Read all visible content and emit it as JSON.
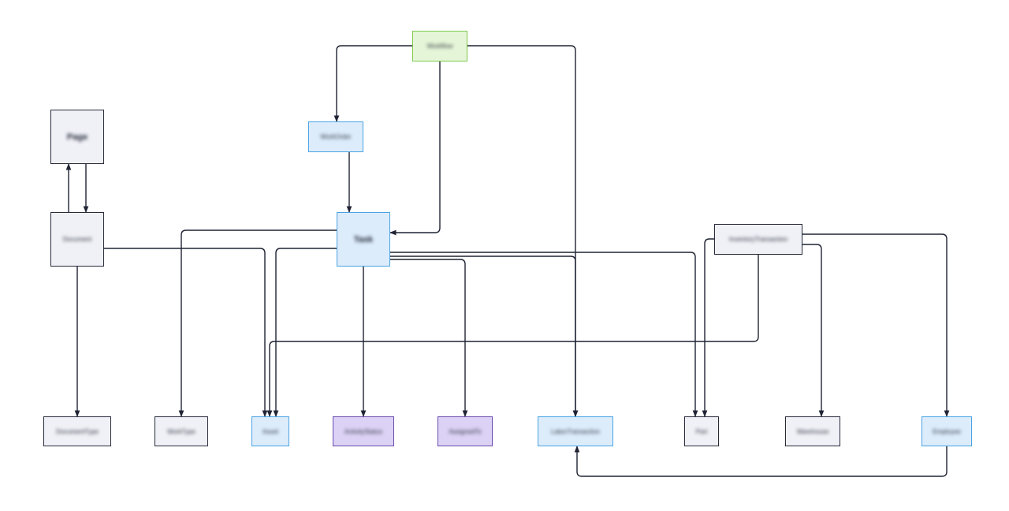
{
  "colors": {
    "edge": "#1f2333",
    "default_fill": "#f0f1f7",
    "default_stroke": "#262a3a",
    "blue_fill": "#dcecfb",
    "blue_stroke": "#4aa3e3",
    "green_fill": "#e5f6d8",
    "green_stroke": "#7ec84f",
    "purple_fill": "#dcd2f5",
    "purple_stroke": "#6a4aad"
  },
  "nodes": {
    "workflow": {
      "label": "Workflow",
      "style": "green"
    },
    "page": {
      "label": "Page",
      "style": "default"
    },
    "workorder": {
      "label": "WorkOrder",
      "style": "blue"
    },
    "document": {
      "label": "Document",
      "style": "default"
    },
    "task": {
      "label": "Task",
      "style": "blue"
    },
    "inventory_tx": {
      "label": "InventoryTransaction",
      "style": "default"
    },
    "document_type": {
      "label": "DocumentType",
      "style": "default"
    },
    "work_type": {
      "label": "WorkType",
      "style": "default"
    },
    "asset": {
      "label": "Asset",
      "style": "blue"
    },
    "activity_status": {
      "label": "ActivityStatus",
      "style": "purple"
    },
    "assignee": {
      "label": "AssignedTo",
      "style": "purple"
    },
    "labor_tx": {
      "label": "LaborTransaction",
      "style": "blue"
    },
    "part": {
      "label": "Part",
      "style": "default"
    },
    "warehouse": {
      "label": "Warehouse",
      "style": "default"
    },
    "employee": {
      "label": "Employee",
      "style": "blue"
    }
  },
  "edges": [
    [
      "workflow",
      "workorder"
    ],
    [
      "workflow",
      "task"
    ],
    [
      "workflow",
      "labor_tx"
    ],
    [
      "workorder",
      "task"
    ],
    [
      "document",
      "page"
    ],
    [
      "page",
      "document"
    ],
    [
      "document",
      "document_type"
    ],
    [
      "document",
      "asset"
    ],
    [
      "task",
      "work_type"
    ],
    [
      "task",
      "asset"
    ],
    [
      "task",
      "activity_status"
    ],
    [
      "task",
      "assignee"
    ],
    [
      "task",
      "labor_tx"
    ],
    [
      "task",
      "part"
    ],
    [
      "inventory_tx",
      "part"
    ],
    [
      "inventory_tx",
      "asset"
    ],
    [
      "inventory_tx",
      "warehouse"
    ],
    [
      "inventory_tx",
      "employee"
    ],
    [
      "employee",
      "labor_tx"
    ]
  ]
}
